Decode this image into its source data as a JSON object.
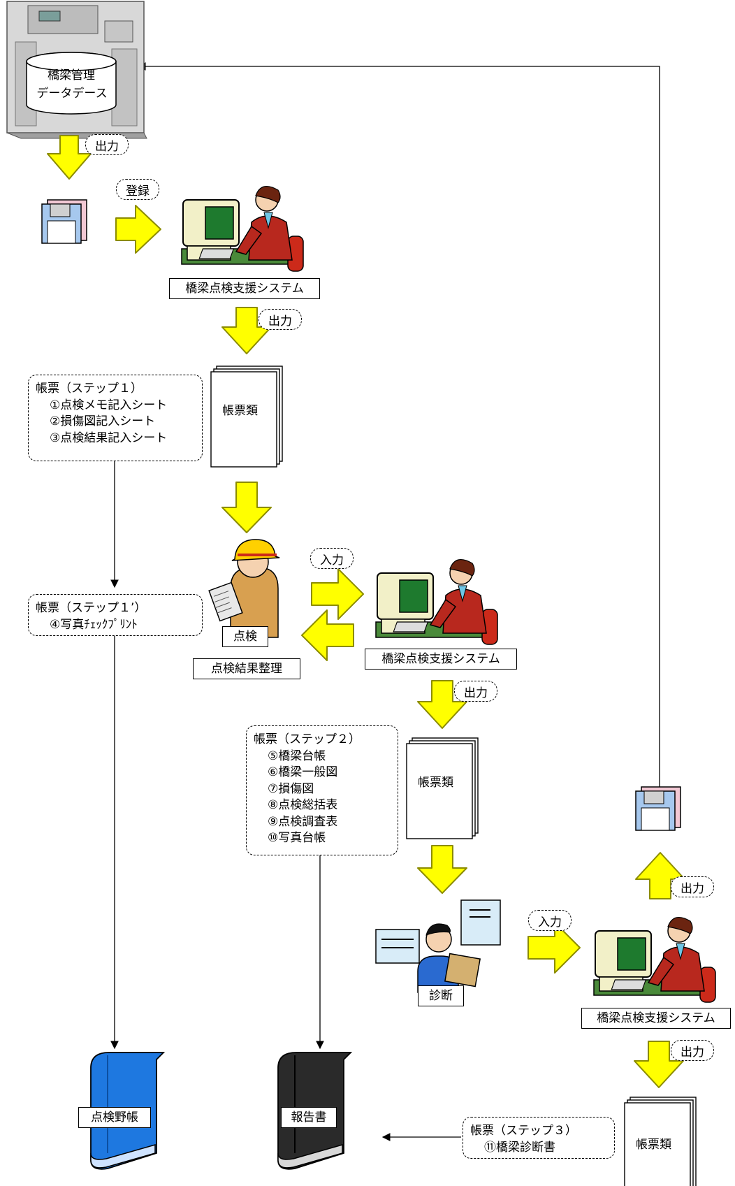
{
  "database": {
    "line1": "橋梁管理",
    "line2": "データデース"
  },
  "tags": {
    "out1": "出力",
    "register": "登録",
    "out2": "出力",
    "input1": "入力",
    "out3": "出力",
    "input2": "入力",
    "out4": "出力",
    "out5": "出力"
  },
  "systems": {
    "sys1": "橋梁点検支援システム",
    "sys2": "橋梁点検支援システム",
    "sys3": "橋梁点検支援システム"
  },
  "docs": {
    "stack1": "帳票類",
    "stack2": "帳票類",
    "stack3": "帳票類"
  },
  "step1": {
    "title": "帳票（ステップ１）",
    "items": [
      "①点検メモ記入シート",
      "②損傷図記入シート",
      "③点検結果記入シート"
    ]
  },
  "step1p": {
    "title": "帳票（ステップ１’）",
    "items": [
      "④写真ﾁｪｯｸﾌﾟﾘﾝﾄ"
    ]
  },
  "step2": {
    "title": "帳票（ステップ２）",
    "items": [
      "⑤橋梁台帳",
      "⑥橋梁一般図",
      "⑦損傷図",
      "⑧点検総括表",
      "⑨点検調査表",
      "⑩写真台帳"
    ]
  },
  "step3": {
    "title": "帳票（ステップ３）",
    "items": [
      "⑪橋梁診断書"
    ]
  },
  "labels": {
    "inspection": "点検",
    "inspection_summary": "点検結果整理",
    "diagnosis": "診断",
    "field_notebook": "点検野帳",
    "report": "報告書"
  },
  "colors": {
    "arrow_fill": "#ffff00",
    "arrow_stroke": "#8c8c00",
    "book_blue": "#1e78e0",
    "book_black": "#2a2a2a",
    "suit": "#b8281e",
    "monitor": "#f2f0c8",
    "screen": "#1e7a2e",
    "desk": "#4a8a3a"
  }
}
